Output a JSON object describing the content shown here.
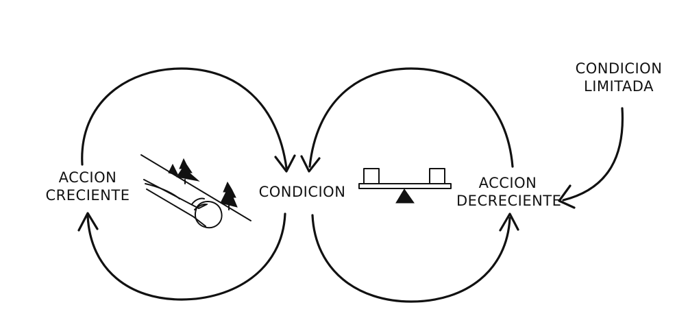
{
  "diagram": {
    "labels": {
      "accion_creciente": [
        "ACCION",
        "CRECIENTE"
      ],
      "condicion": "CONDICION",
      "accion_decreciente": [
        "ACCION",
        "DECRECIENTE"
      ],
      "condicion_limitada": [
        "CONDICION",
        "LIMITADA"
      ]
    },
    "loops": [
      {
        "name": "reinforcing-loop",
        "icon": "snowball-on-slope-icon"
      },
      {
        "name": "balancing-loop",
        "icon": "seesaw-balance-icon"
      }
    ],
    "colors": {
      "ink": "#111111",
      "background": "#ffffff"
    }
  }
}
